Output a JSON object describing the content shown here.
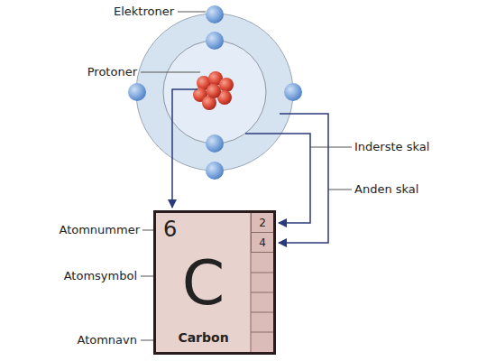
{
  "diagram": {
    "nodes": [
      {
        "text": [
          "6",
          "C",
          "Carbon"
        ]
      },
      {
        "text": [
          "2"
        ],
        "in": 0
      },
      {
        "text": [
          "4"
        ],
        "in": 0
      }
    ],
    "labels": [
      "Elektroner",
      "Protoner",
      "Inderste skal",
      "Anden skal",
      "Atomnummer",
      "Atomsymbol",
      "Atomnavn"
    ]
  }
}
